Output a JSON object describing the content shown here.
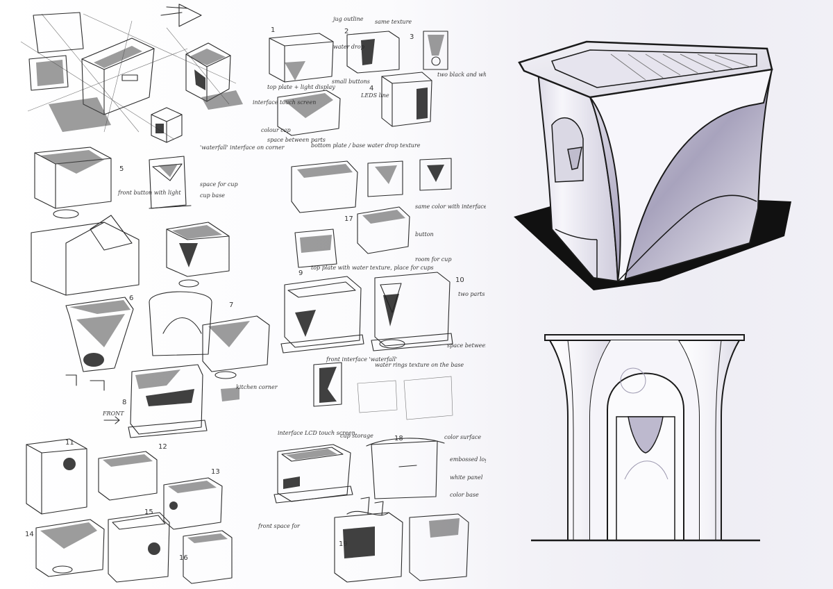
{
  "sketch_numbers": [
    "1",
    "2",
    "3",
    "4",
    "5",
    "6",
    "7",
    "8",
    "9",
    "10",
    "11",
    "12",
    "13",
    "14",
    "15",
    "16",
    "17",
    "18",
    "19"
  ],
  "annotations": [
    {
      "id": "jug-outline",
      "text": "jug outline"
    },
    {
      "id": "same-texture",
      "text": "same texture"
    },
    {
      "id": "water-drop",
      "text": "water drop"
    },
    {
      "id": "top-plate",
      "text": "top plate + light display"
    },
    {
      "id": "leds",
      "text": "LEDS line"
    },
    {
      "id": "small-buttons",
      "text": "small buttons"
    },
    {
      "id": "interface-touch",
      "text": "interface touch screen"
    },
    {
      "id": "color-cap",
      "text": "colour cap"
    },
    {
      "id": "space-between",
      "text": "space between parts"
    },
    {
      "id": "bottom-plate",
      "text": "bottom plate / base water drop texture"
    },
    {
      "id": "two-black-parts",
      "text": "two black and white"
    },
    {
      "id": "waterfall-interface",
      "text": "'waterfall' interface on corner"
    },
    {
      "id": "space-for-cup",
      "text": "space for cup"
    },
    {
      "id": "cup-base",
      "text": "cup base"
    },
    {
      "id": "front-buttons",
      "text": "front button with light"
    },
    {
      "id": "top-plate-cups",
      "text": "top plate with water texture, place for cups"
    },
    {
      "id": "two-parts",
      "text": "two parts panels for texture out the big side plate"
    },
    {
      "id": "front-interface",
      "text": "front interface 'waterfall'"
    },
    {
      "id": "water-rings",
      "text": "water rings texture on the base"
    },
    {
      "id": "space-base",
      "text": "space between base and body to make the form more lighter"
    },
    {
      "id": "kitchen-corner",
      "text": "kitchen corner"
    },
    {
      "id": "interface-lcd",
      "text": "interface LCD touch screen"
    },
    {
      "id": "cup-storage",
      "text": "cup storage"
    },
    {
      "id": "color-surface",
      "text": "color surface"
    },
    {
      "id": "embossed-logo",
      "text": "embossed logo"
    },
    {
      "id": "white-panel",
      "text": "white panel"
    },
    {
      "id": "color-base",
      "text": "color base"
    },
    {
      "id": "front-space",
      "text": "front space for"
    },
    {
      "id": "front",
      "text": "FRONT"
    },
    {
      "id": "same-color",
      "text": "same color with interface"
    },
    {
      "id": "button",
      "text": "button"
    },
    {
      "id": "room-for-cup",
      "text": "room for cup"
    }
  ],
  "colors": {
    "render_body_light": "#f7f6fb",
    "render_body_mid": "#bdb9ce",
    "render_body_dark": "#8c88a3",
    "render_shadow": "#111111",
    "render_outline": "#1a1a1a",
    "pencil": "#2a2a2a"
  }
}
